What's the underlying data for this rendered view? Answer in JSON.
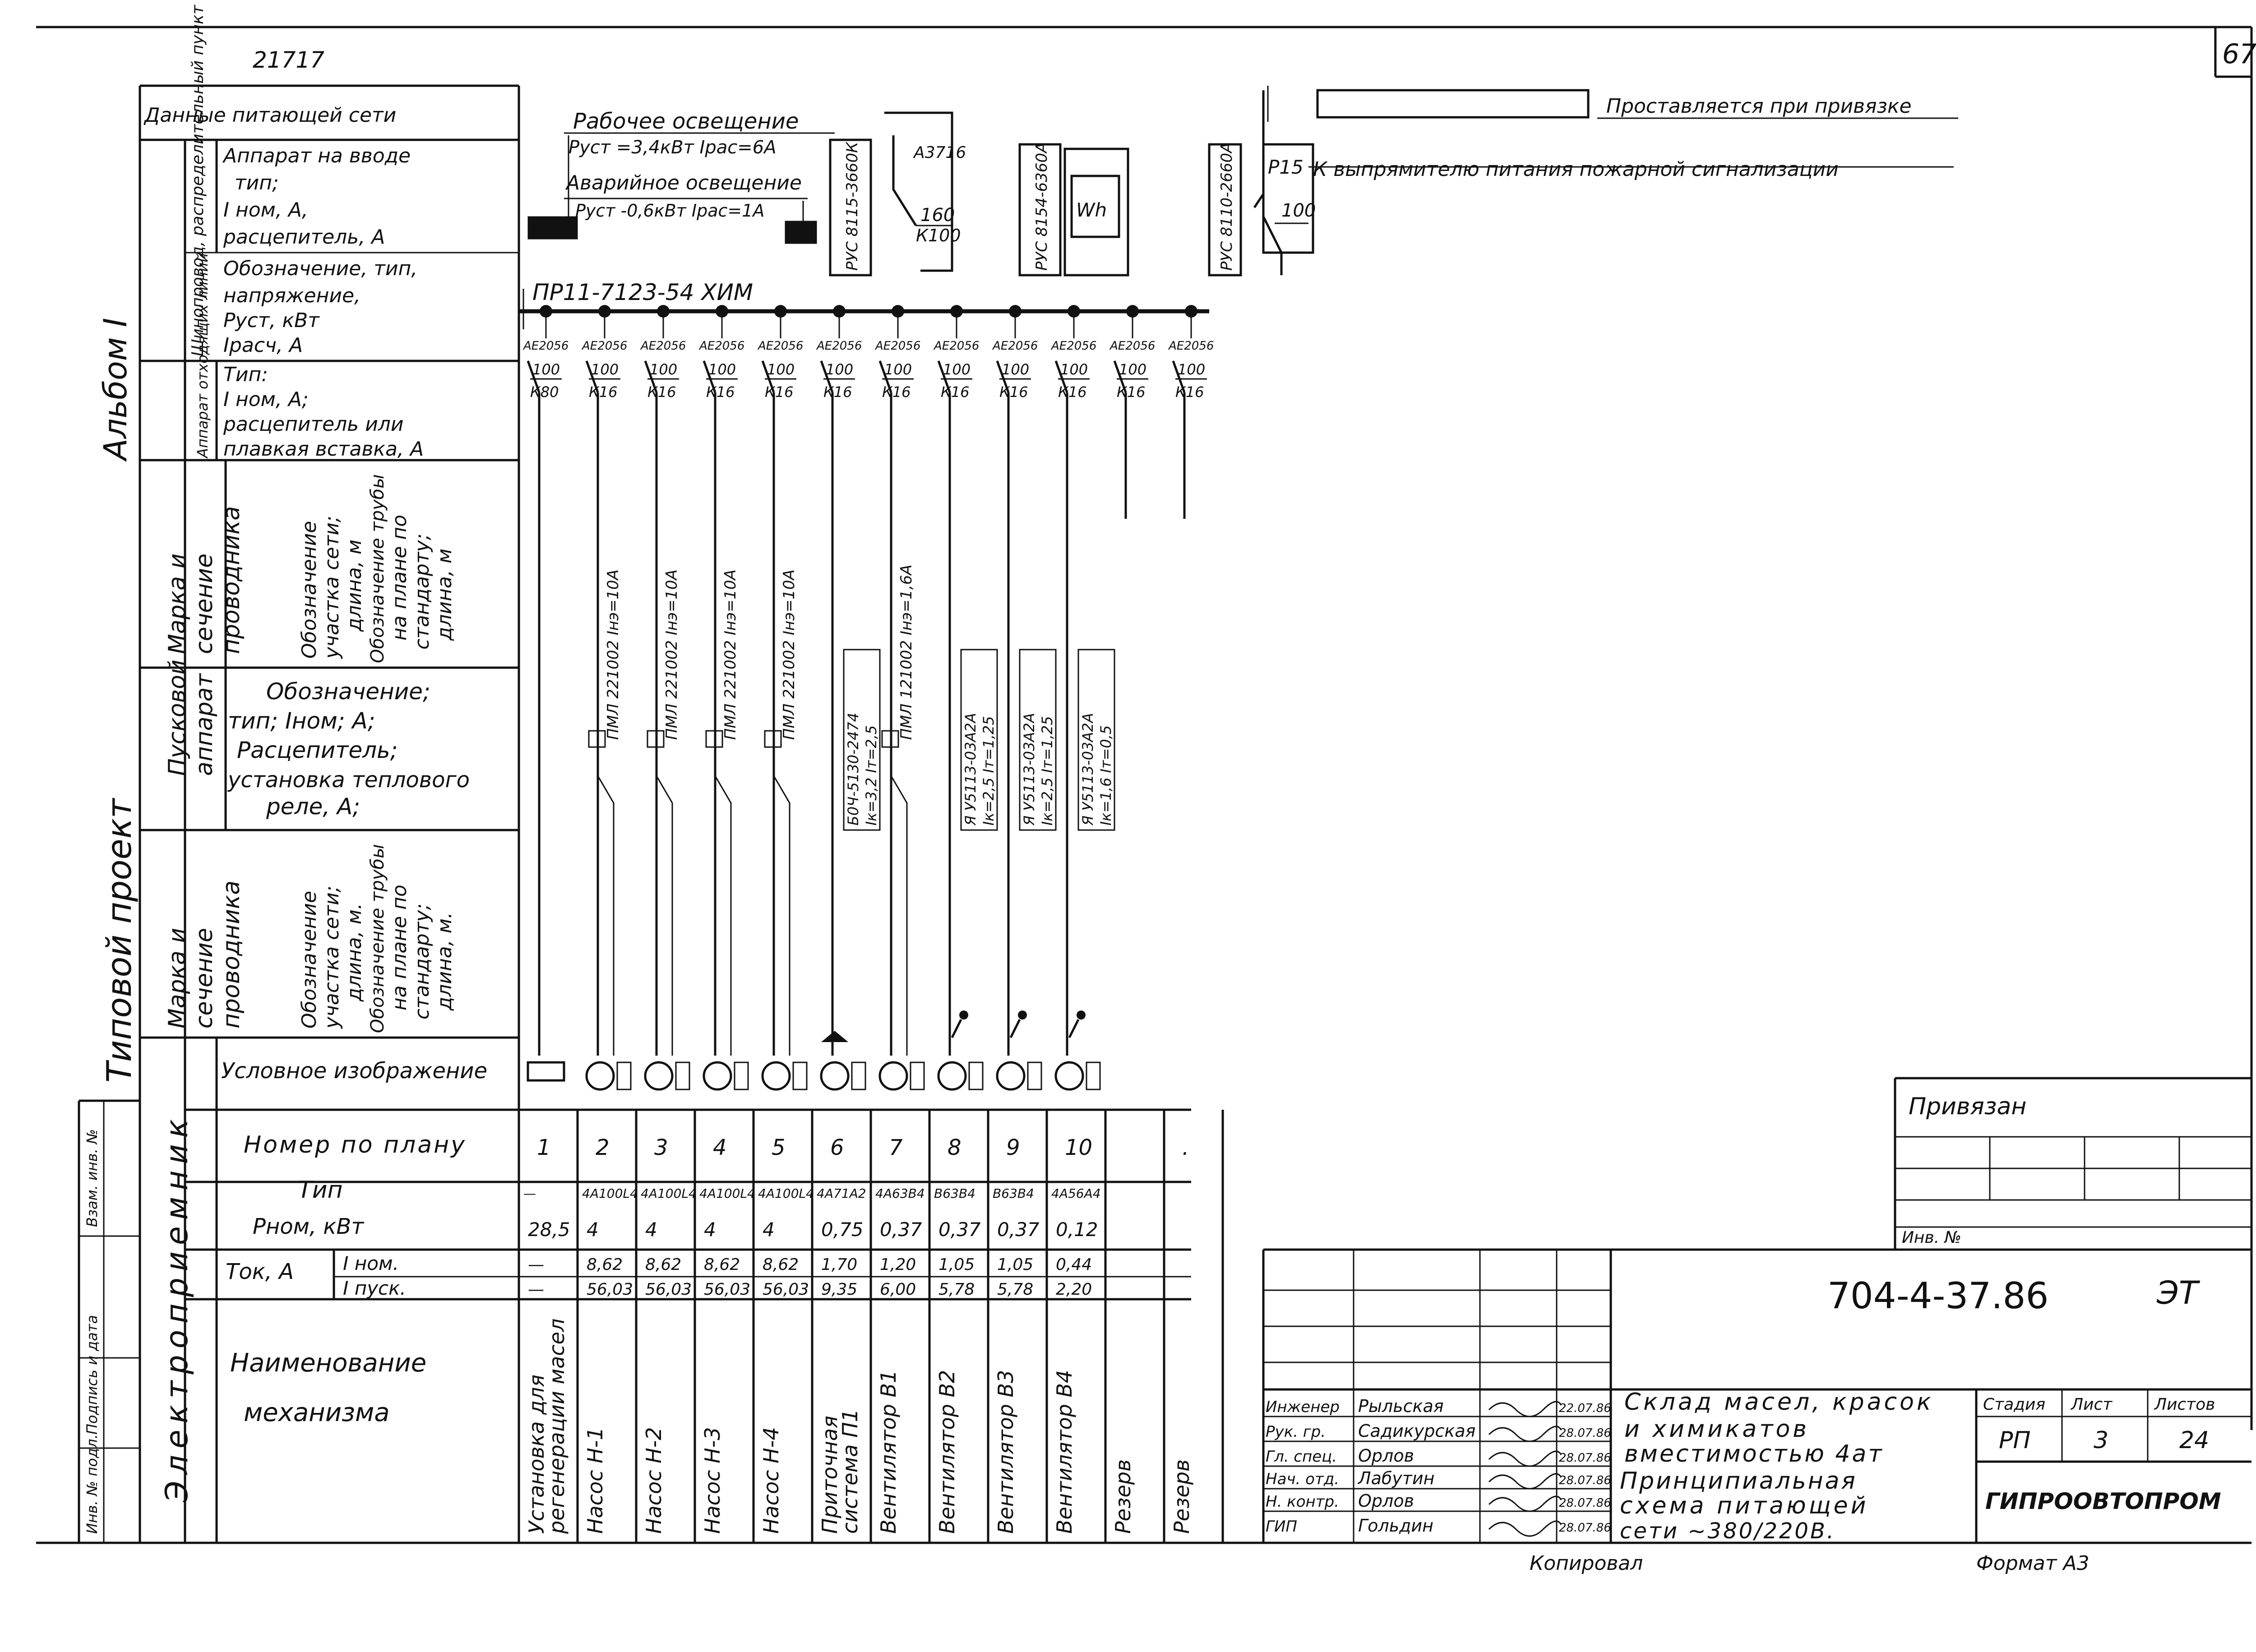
{
  "header": {
    "sheet_number": "67",
    "ref_number": "21717",
    "note_box_text": "Проставляется при привязке",
    "fire_alarm_text": "К выпрямителю питания пожарной сигнализации"
  },
  "left_margin": {
    "album": "Альбом I",
    "project": "Типовой проект",
    "stamp_inv_orig": "Инв. № подл.",
    "stamp_sign_date": "Подпись и дата",
    "stamp_replace_inv": "Взам. инв. №"
  },
  "row_labels": {
    "supply_data": "Данные питающей сети",
    "busway_group": "Шинопровод, распределительный пункт",
    "input_device": [
      "Аппарат на вводе",
      "тип;",
      "I ном, А,",
      "расцепитель, А"
    ],
    "busway_designation": [
      "Обозначение, тип,",
      "напряжение,",
      "Руст, кВт",
      "Iрасч, А"
    ],
    "outgoing_group": "Аппарат отходящих линий",
    "outgoing_device": [
      "Тип:",
      "I ном, А;",
      "расцепитель или",
      "плавкая вставка, А"
    ],
    "wire1_group": [
      "Марка и",
      "сечение",
      "проводника"
    ],
    "wire1_sub": [
      "Обозначение",
      "участка сети;",
      "длина, м",
      "Обозначение трубы",
      "на плане по",
      "стандарту;",
      "длина, м"
    ],
    "starter_group": [
      "Пусковой",
      "аппарат"
    ],
    "starter": [
      "Обозначение;",
      "тип; Iном; А;",
      "Расцепитель;",
      "установка теплового",
      "реле, А;"
    ],
    "wire2_group": [
      "Марка и",
      "сечение",
      "проводника"
    ],
    "wire2_sub": [
      "Обозначение",
      "участка сети;",
      "длина, м.",
      "Обозначение трубы",
      "на плане по",
      "стандарту;",
      "длина, м."
    ],
    "receiver_group": "Электроприемник",
    "symbol": "Условное изображение",
    "plan_number": "Номер по плану",
    "type": "Тип",
    "pnom": "Рном, кВт",
    "current": "Ток, А",
    "inom": "I ном.",
    "istart": "I пуск.",
    "name": [
      "Наименование",
      "механизма"
    ]
  },
  "supply": {
    "working_lighting": "Рабочее освещение",
    "working_params": "Руст =3,4кВт Ірас=6А",
    "emergency_lighting": "Аварийное освещение",
    "emergency_params": "Руст -0,6кВт Ірас=1А",
    "input_switch_type": "РУС 8115-3660К",
    "input_breaker": "А3716",
    "input_breaker_rating": "160",
    "input_breaker_release": "К100",
    "meter_switch": "РУС 8154-6360А",
    "meter_symbol": "Wh",
    "alarm_switch": "РУС 8110-2660А",
    "alarm_fuse": "Р15",
    "alarm_fuse_rating": "100"
  },
  "busbar": {
    "designation": "ПР11-7123-54 ХИМ"
  },
  "columns": [
    {
      "breaker": "АЕ2056",
      "rating": "100",
      "release": "К80",
      "wire": "",
      "starter": "",
      "plan_no": "1",
      "type": "—",
      "pnom": "28,5",
      "inom": "—",
      "istart": "—",
      "name": [
        "Установка для",
        "регенерации масел"
      ],
      "symbol": "rect"
    },
    {
      "breaker": "АЕ2056",
      "rating": "100",
      "release": "К16",
      "wire": "ПМЛ 221002 Iнэ=10А",
      "starter": "",
      "plan_no": "2",
      "type": "4А100L4",
      "pnom": "4",
      "inom": "8,62",
      "istart": "56,03",
      "name": [
        "Насос Н-1"
      ],
      "symbol": "motor"
    },
    {
      "breaker": "АЕ2056",
      "rating": "100",
      "release": "К16",
      "wire": "ПМЛ 221002 Iнэ=10А",
      "starter": "",
      "plan_no": "3",
      "type": "4А100L4",
      "pnom": "4",
      "inom": "8,62",
      "istart": "56,03",
      "name": [
        "Насос Н-2"
      ],
      "symbol": "motor"
    },
    {
      "breaker": "АЕ2056",
      "rating": "100",
      "release": "К16",
      "wire": "ПМЛ 221002 Iнэ=10А",
      "starter": "",
      "plan_no": "4",
      "type": "4А100L4",
      "pnom": "4",
      "inom": "8,62",
      "istart": "56,03",
      "name": [
        "Насос Н-3"
      ],
      "symbol": "motor"
    },
    {
      "breaker": "АЕ2056",
      "rating": "100",
      "release": "К16",
      "wire": "ПМЛ 221002 Iнэ=10А",
      "starter": "",
      "plan_no": "5",
      "type": "4А100L4",
      "pnom": "4",
      "inom": "8,62",
      "istart": "56,03",
      "name": [
        "Насос Н-4"
      ],
      "symbol": "motor"
    },
    {
      "breaker": "АЕ2056",
      "rating": "100",
      "release": "К16",
      "wire": "",
      "starter": "Б0Ч-5130-2474 Iк=3,2 Iт=2,5",
      "plan_no": "6",
      "type": "4А71А2",
      "pnom": "0,75",
      "inom": "1,70",
      "istart": "9,35",
      "name": [
        "Приточная",
        "система П1"
      ],
      "symbol": "motor-fan"
    },
    {
      "breaker": "АЕ2056",
      "rating": "100",
      "release": "К16",
      "wire": "ПМЛ 121002 Iнэ=1,6А",
      "starter": "",
      "plan_no": "7",
      "type": "4А63В4",
      "pnom": "0,37",
      "inom": "1,20",
      "istart": "6,00",
      "name": [
        "Вентилятор В1"
      ],
      "symbol": "motor"
    },
    {
      "breaker": "АЕ2056",
      "rating": "100",
      "release": "К16",
      "wire": "",
      "starter": "Я У5113-03А2А Iк=2,5 Iт=1,25",
      "plan_no": "8",
      "type": "В63В4",
      "pnom": "0,37",
      "inom": "1,05",
      "istart": "5,78",
      "name": [
        "Вентилятор В2"
      ],
      "symbol": "motor-key"
    },
    {
      "breaker": "АЕ2056",
      "rating": "100",
      "release": "К16",
      "wire": "",
      "starter": "Я У5113-03А2А Iк=2,5 Iт=1,25",
      "plan_no": "9",
      "type": "В63В4",
      "pnom": "0,37",
      "inom": "1,05",
      "istart": "5,78",
      "name": [
        "Вентилятор В3"
      ],
      "symbol": "motor-key"
    },
    {
      "breaker": "АЕ2056",
      "rating": "100",
      "release": "К16",
      "wire": "",
      "starter": "Я У5113-03А2А Iк=1,6 Iт=0,5",
      "plan_no": "10",
      "type": "4А56А4",
      "pnom": "0,12",
      "inom": "0,44",
      "istart": "2,20",
      "name": [
        "Вентилятор В4"
      ],
      "symbol": "motor-key"
    },
    {
      "breaker": "АЕ2056",
      "rating": "100",
      "release": "К16",
      "wire": "",
      "starter": "",
      "plan_no": "",
      "type": "",
      "pnom": "",
      "inom": "",
      "istart": "",
      "name": [
        "Резерв"
      ],
      "symbol": "none"
    },
    {
      "breaker": "АЕ2056",
      "rating": "100",
      "release": "К16",
      "wire": "",
      "starter": "",
      "plan_no": ".",
      "type": "",
      "pnom": "",
      "inom": "",
      "istart": "",
      "name": [
        "Резерв"
      ],
      "symbol": "none"
    }
  ],
  "attached": {
    "label": "Привязан",
    "inv_label": "Инв. №"
  },
  "title_block": {
    "doc_code": "704-4-37.86",
    "doc_mark": "ЭТ",
    "object_title": [
      "Склад масел, красок",
      "и химикатов",
      "вместимостью 4ат"
    ],
    "sheet_title": [
      "Принципиальная",
      "схема питающей",
      "сети ~380/220В."
    ],
    "stage_label": "Стадия",
    "sheet_label": "Лист",
    "sheets_label": "Листов",
    "stage": "РП",
    "sheet": "3",
    "sheets": "24",
    "organization": "ГИПРООВТОПРОМ",
    "signatures": [
      {
        "role": "Инженер",
        "name": "Рыльская",
        "date": "22.07.86"
      },
      {
        "role": "Рук. гр.",
        "name": "Садикурская",
        "date": "28.07.86"
      },
      {
        "role": "Гл. спец.",
        "name": "Орлов",
        "date": "28.07.86"
      },
      {
        "role": "Нач. отд.",
        "name": "Лабутин",
        "date": "28.07.86"
      },
      {
        "role": "Н. контр.",
        "name": "Орлов",
        "date": "28.07.86"
      },
      {
        "role": "ГИП",
        "name": "Гольдин",
        "date": "28.07.86"
      }
    ],
    "copied": "Копировал",
    "format": "Формат А3"
  }
}
